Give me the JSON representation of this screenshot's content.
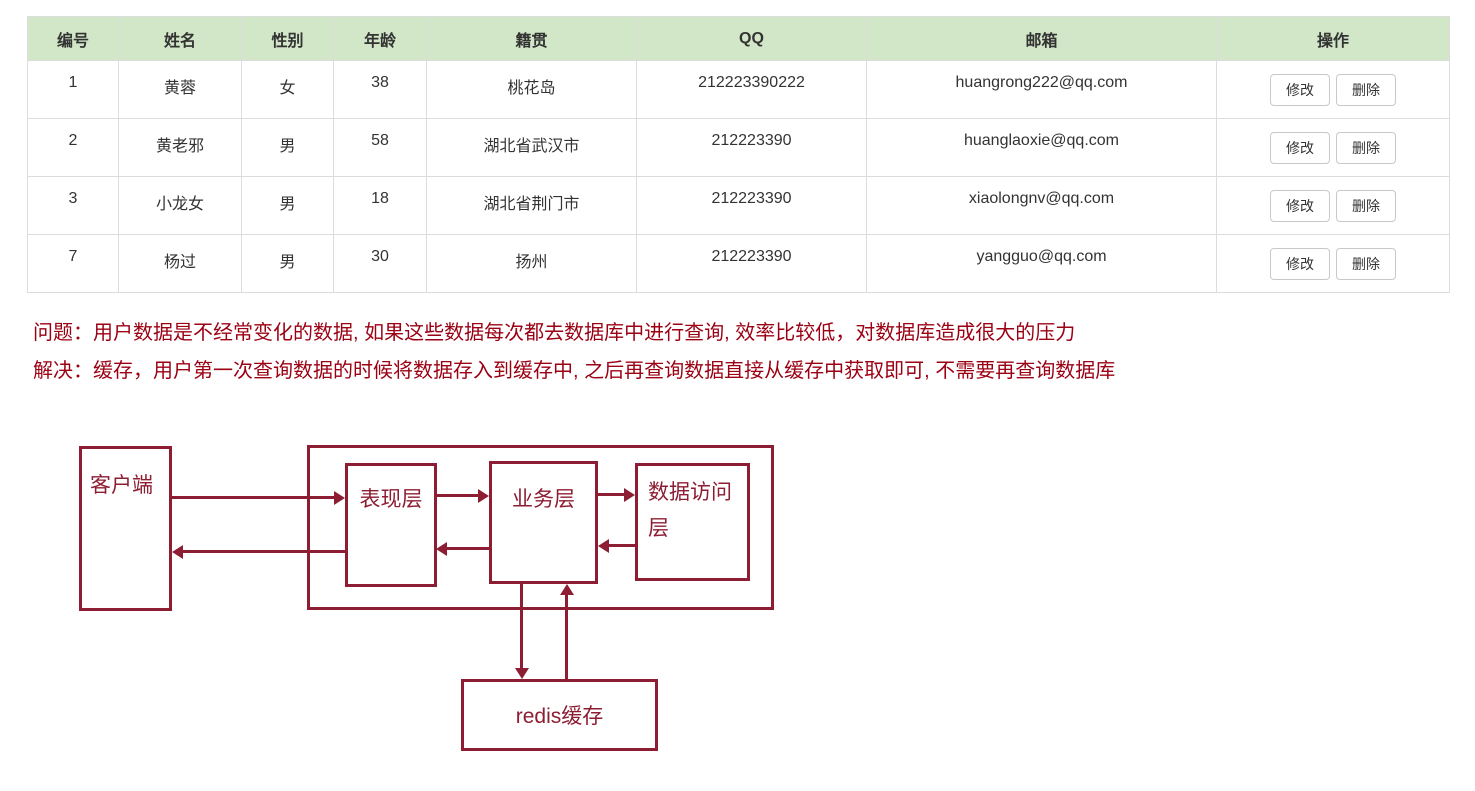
{
  "table": {
    "headers": [
      "编号",
      "姓名",
      "性别",
      "年龄",
      "籍贯",
      "QQ",
      "邮箱",
      "操作"
    ],
    "rows": [
      {
        "id": "1",
        "name": "黄蓉",
        "gender": "女",
        "age": "38",
        "hometown": "桃花岛",
        "qq": "212223390222",
        "email": "huangrong222@qq.com"
      },
      {
        "id": "2",
        "name": "黄老邪",
        "gender": "男",
        "age": "58",
        "hometown": "湖北省武汉市",
        "qq": "212223390",
        "email": "huanglaoxie@qq.com"
      },
      {
        "id": "3",
        "name": "小龙女",
        "gender": "男",
        "age": "18",
        "hometown": "湖北省荆门市",
        "qq": "212223390",
        "email": "xiaolongnv@qq.com"
      },
      {
        "id": "7",
        "name": "杨过",
        "gender": "男",
        "age": "30",
        "hometown": "扬州",
        "qq": "212223390",
        "email": "yangguo@qq.com"
      }
    ],
    "actions": {
      "edit_label": "修改",
      "delete_label": "删除"
    },
    "header_bg": "#d1e7c7",
    "border_color": "#dcdcdc"
  },
  "notes": {
    "color": "#9b0013",
    "line1": "问题：用户数据是不经常变化的数据, 如果这些数据每次都去数据库中进行查询, 效率比较低，对数据库造成很大的压力",
    "line2": "解决：缓存，用户第一次查询数据的时候将数据存入到缓存中, 之后再查询数据直接从缓存中获取即可, 不需要再查询数据库"
  },
  "diagram": {
    "color": "#8d1d32",
    "nodes": {
      "client": "客户端",
      "presentation": "表现层",
      "business": "业务层",
      "data_access": "数据访问层",
      "redis": "redis缓存"
    },
    "connections": [
      "客户端 → 表现层",
      "表现层 → 业务层",
      "业务层 → 数据访问层",
      "数据访问层 → 业务层",
      "业务层 → 表现层",
      "表现层 → 客户端",
      "业务层 → redis缓存",
      "redis缓存 → 业务层"
    ]
  }
}
